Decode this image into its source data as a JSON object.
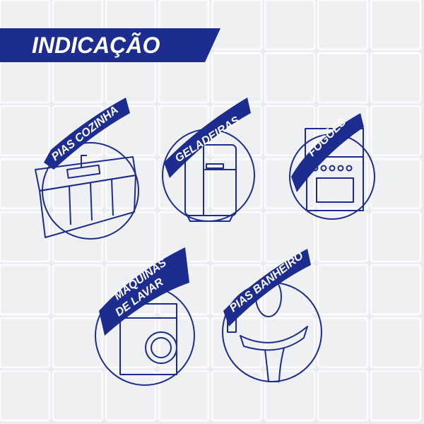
{
  "colors": {
    "brand": "#1d2d8f",
    "background": "#e9ebee",
    "tile_grout": "#ffffff"
  },
  "title": "INDICAÇÃO",
  "badges": [
    {
      "label": "PIAS COZINHA",
      "icon": "kitchen-sink-icon"
    },
    {
      "label": "GELADEIRAS",
      "icon": "refrigerator-icon"
    },
    {
      "label": "FOGÕES",
      "icon": "stove-icon"
    },
    {
      "label_line1": "MÁQUINAS",
      "label_line2": "DE LAVAR",
      "icon": "washing-machine-icon"
    },
    {
      "label": "PIAS BANHEIRO",
      "icon": "bathroom-sink-icon"
    }
  ]
}
